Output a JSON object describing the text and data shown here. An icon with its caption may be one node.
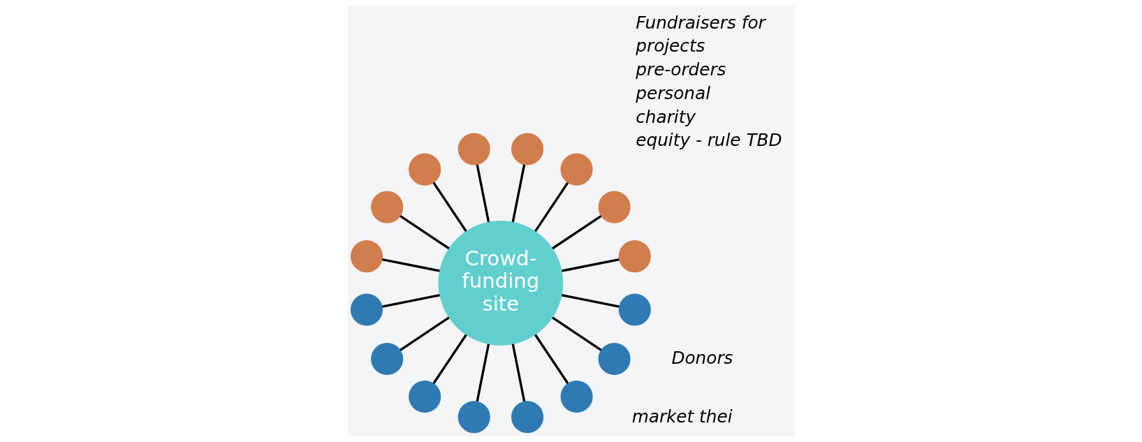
{
  "diagram": {
    "nodes": [
      {
        "text": [
          "Crowd- funding site"
        ]
      },
      {
        "text": [],
        "shape": "circle"
      },
      {
        "text": [],
        "shape": "circle"
      },
      {
        "text": [],
        "shape": "circle"
      },
      {
        "text": [],
        "shape": "circle"
      },
      {
        "text": [],
        "shape": "circle"
      },
      {
        "text": [],
        "shape": "circle"
      },
      {
        "text": [],
        "shape": "circle"
      },
      {
        "text": [],
        "shape": "circle"
      },
      {
        "text": [],
        "shape": "circle"
      },
      {
        "text": [],
        "shape": "circle"
      },
      {
        "text": [],
        "shape": "circle"
      },
      {
        "text": [],
        "shape": "circle"
      },
      {
        "text": [],
        "shape": "circle"
      },
      {
        "text": [],
        "shape": "circle"
      },
      {
        "text": [],
        "shape": "circle"
      },
      {
        "text": [],
        "shape": "circle"
      }
    ],
    "edges": [
      {
        "from": 1,
        "to": 0,
        "arrow": "none"
      },
      {
        "from": 2,
        "to": 0,
        "arrow": "none"
      },
      {
        "from": 3,
        "to": 0,
        "arrow": "none"
      },
      {
        "from": 4,
        "to": 0,
        "arrow": "none"
      },
      {
        "from": 5,
        "to": 0,
        "arrow": "none"
      },
      {
        "from": 6,
        "to": 0,
        "arrow": "none"
      },
      {
        "from": 7,
        "to": 0,
        "arrow": "none"
      },
      {
        "from": 8,
        "to": 0,
        "arrow": "none"
      },
      {
        "from": 0,
        "to": 9,
        "arrow": "none"
      },
      {
        "from": 0,
        "to": 10,
        "arrow": "none"
      },
      {
        "from": 0,
        "to": 11,
        "arrow": "none"
      },
      {
        "from": 0,
        "to": 12,
        "arrow": "none"
      },
      {
        "from": 0,
        "to": 13,
        "arrow": "none"
      },
      {
        "from": 0,
        "to": 14,
        "arrow": "none"
      },
      {
        "from": 0,
        "to": 15,
        "arrow": "none"
      },
      {
        "from": 0,
        "to": 16,
        "arrow": "none"
      }
    ],
    "labels": [
      "market thei",
      "Donors",
      "Fundraisers for",
      "projects",
      "pre-orders",
      "personal",
      "charity",
      "equity - rule TBD"
    ]
  }
}
